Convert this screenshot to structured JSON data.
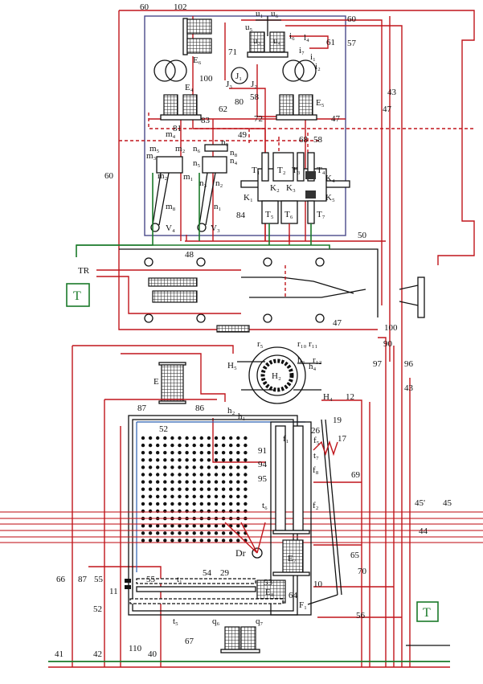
{
  "colors": {
    "wire": "#c0151b",
    "ground": "#1a7a2a",
    "frame": "#4a4a8a",
    "ink": "#111111"
  },
  "labels": {
    "l60a": "60",
    "l102": "102",
    "u1": "u₁",
    "u6": "u₆",
    "l60b": "60",
    "l57": "57",
    "l61": "61",
    "u5": "u₅",
    "u3": "u₃",
    "u4": "u₄",
    "l4": "l₄",
    "i6": "i₆",
    "i7": "i₇",
    "i1": "i₁",
    "i2": "i₂",
    "E6": "E₆",
    "l71": "71",
    "J1": "J₁",
    "J3": "J₃",
    "J2": "J₂",
    "l100a": "100",
    "E4": "E₄",
    "l80": "80",
    "l58a": "58",
    "E5": "E₅",
    "l62": "62",
    "l47a": "47",
    "l72": "72",
    "l83": "83",
    "l81": "81",
    "m4": "m₄",
    "l49": "49",
    "l68": "68",
    "l58b": "58",
    "n9": "n₉",
    "m5": "m₅",
    "m2": "m₂",
    "m3": "m₃",
    "n8": "n₈",
    "n6": "n₆",
    "n4": "n₄",
    "n5": "n₅",
    "m1": "m₁",
    "n3": "n₃",
    "n2": "n₂",
    "m8": "m₈",
    "n1": "n₁",
    "l84": "84",
    "T1": "T₁",
    "T2": "T₂",
    "T3": "T₃",
    "T4": "T₄",
    "T5": "T₅",
    "T6": "T₆",
    "T7": "T₇",
    "K1": "K₁",
    "K2": "K₂",
    "K3": "K₃",
    "K4": "K₄",
    "K5": "K₅",
    "V4": "V₄",
    "V3": "V₃",
    "l50": "50",
    "l43a": "43",
    "l47b": "47",
    "l60c": "60",
    "l48": "48",
    "TR": "TR",
    "T": "T",
    "l47c": "47",
    "l100b": "100",
    "l90": "90",
    "l97": "97",
    "l96": "96",
    "l43b": "43",
    "r5": "r₅",
    "r10": "r₁₀",
    "r11": "r₁₁",
    "H5": "H₅",
    "H2": "H₂",
    "h3": "h₃",
    "h4": "h₄",
    "r12": "r₁₂",
    "E": "E",
    "H4": "H₄",
    "l12": "12",
    "l87a": "87",
    "l86": "86",
    "h2": "h₂",
    "h1": "h₁",
    "l19": "19",
    "l52a": "52",
    "l26": "26",
    "l17": "17",
    "l91": "91",
    "l94": "94",
    "l95": "95",
    "l69": "69",
    "l45p": "45'",
    "l45": "45",
    "l44": "44",
    "t6": "t₆",
    "f2": "f₂",
    "f1": "f₁",
    "f5": "f₅",
    "t7": "t₇",
    "f8": "f₈",
    "Dr": "Dr",
    "l65": "65",
    "E7": "E₇",
    "l66": "66",
    "l87b": "87",
    "l55a": "55",
    "l55b": "55",
    "t1": "t₁",
    "l54": "54",
    "l29": "29",
    "l53": "53",
    "l70": "70",
    "l11": "11",
    "l52b": "52",
    "l10": "10",
    "l64": "64",
    "E8": "E₈",
    "F1": "F₁",
    "l56": "56",
    "t5": "t₅",
    "q6": "q₆",
    "q7": "q₇",
    "l67": "67",
    "l110": "110",
    "l41": "41",
    "l42": "42",
    "l40": "40",
    "T2box": "T"
  }
}
